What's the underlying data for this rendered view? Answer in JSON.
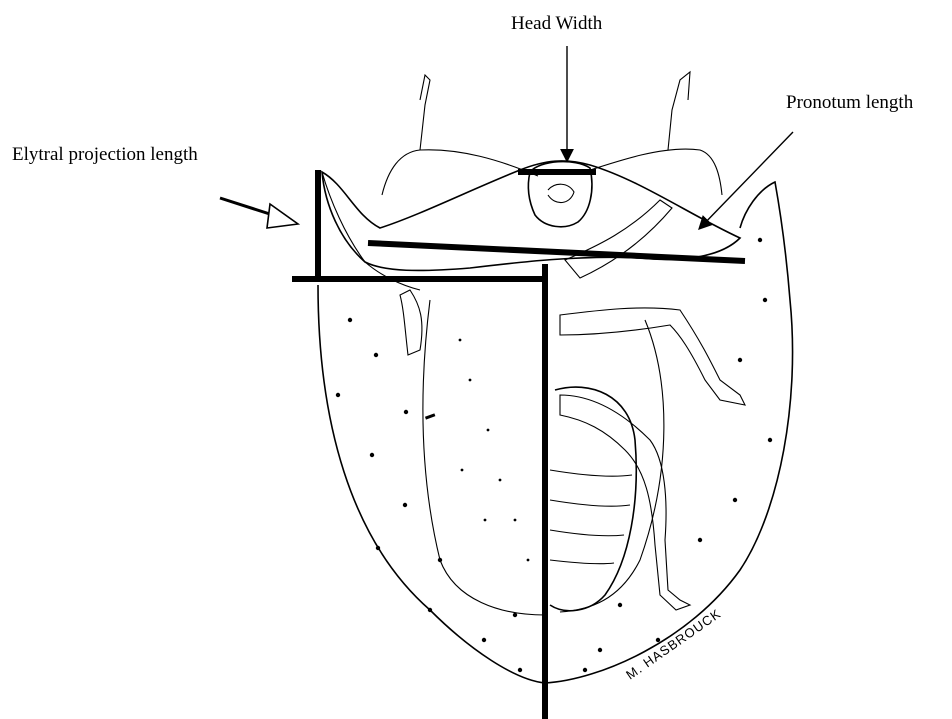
{
  "labels": {
    "head_width": "Head Width",
    "pronotum_length": "Pronotum length",
    "elytral_projection_length": "Elytral projection length"
  },
  "signature": "M. HASBROUCK",
  "colors": {
    "ink": "#000000",
    "background": "#ffffff"
  }
}
